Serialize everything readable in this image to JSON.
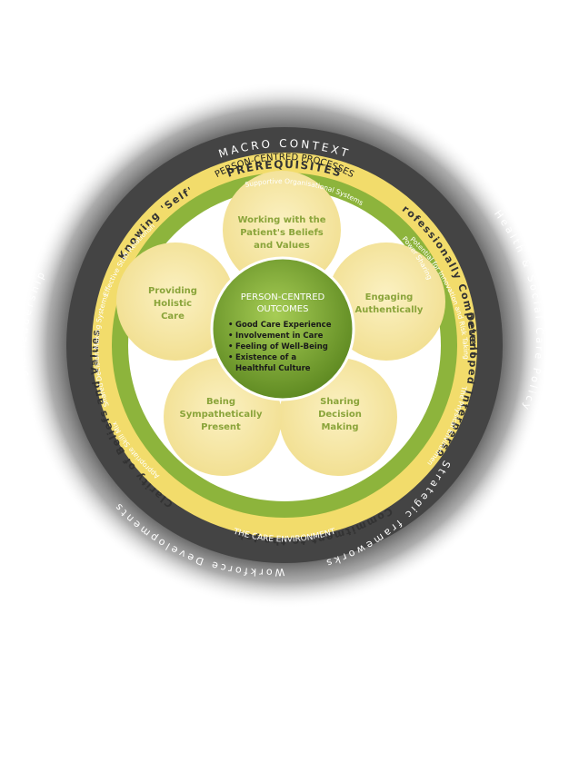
{
  "macro": {
    "title": "MACRO CONTEXT",
    "items": [
      "Health & Social Care Policy",
      "Strategic frameworks",
      "Workforce Developments",
      "Strategic leadership"
    ]
  },
  "prerequisites": {
    "title": "PREREQUISITES",
    "items": [
      "Professionally Competent",
      "Developed Interpersonal Skills",
      "Commitment to the Job",
      "Clarity of Beliefs and Values",
      "Knowing 'Self'"
    ]
  },
  "care_environment": {
    "title": "THE CARE ENVIRONMENT",
    "items": [
      "Supportive Organisational Systems",
      "Power Sharing",
      "Potential for Innovation and Risk Taking",
      "The Physical Environment",
      "Appropriate Skill Mix",
      "Shared Decision Making Systems",
      "Effective Staff Relationships"
    ]
  },
  "processes": {
    "title": "PERSON-CENTRED PROCESSES",
    "petals": [
      {
        "line1": "Working with the",
        "line2": "Patient's Beliefs",
        "line3": "and Values"
      },
      {
        "line1": "Engaging",
        "line2": "Authentically",
        "line3": ""
      },
      {
        "line1": "Sharing",
        "line2": "Decision",
        "line3": "Making"
      },
      {
        "line1": "Being",
        "line2": "Sympathetically",
        "line3": "Present"
      },
      {
        "line1": "Providing",
        "line2": "Holistic",
        "line3": "Care"
      }
    ]
  },
  "outcomes": {
    "title_line1": "PERSON-CENTRED",
    "title_line2": "OUTCOMES",
    "items": [
      "Good Care Experience",
      "Involvement in Care",
      "Feeling of Well-Being",
      "Existence of a",
      "Healthful Culture"
    ]
  },
  "colors": {
    "dark_ring": "#4a4a4a",
    "yellow": "#f2dc6b",
    "green": "#8db43c",
    "petal": "#f8eaa9",
    "petal_text": "#8aa43a"
  }
}
